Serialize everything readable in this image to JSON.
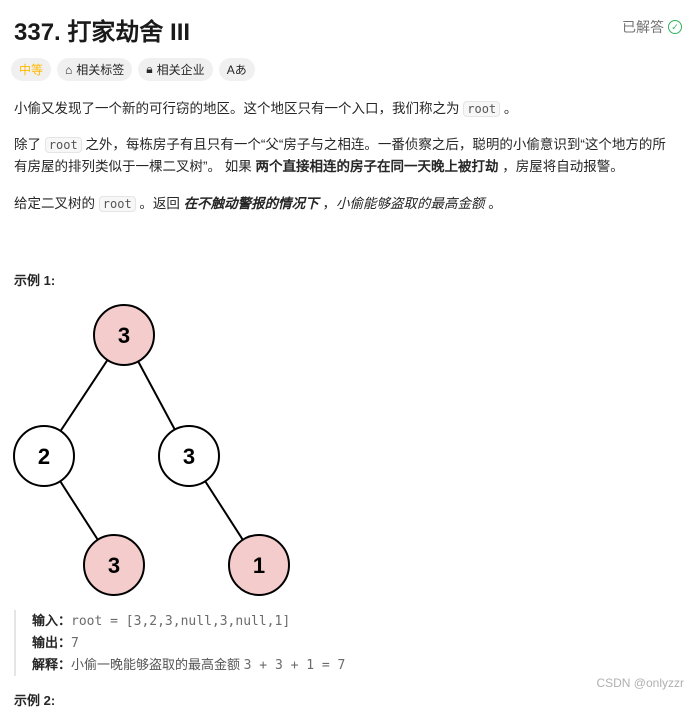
{
  "title": "337. 打家劫舍 III",
  "solved": "已解答",
  "tags": {
    "difficulty": "中等",
    "topics": "相关标签",
    "companies": "相关企业",
    "font": "Aあ"
  },
  "desc": {
    "p1a": "小偷又发现了一个新的可行窃的地区。这个地区只有一个入口，我们称之为 ",
    "p1code": "root",
    "p1b": " 。",
    "p2a": "除了 ",
    "p2code": "root",
    "p2b": " 之外，每栋房子有且只有一个“父“房子与之相连。一番侦察之后，聪明的小偷意识到“这个地方的所有房屋的排列类似于一棵二叉树”。 如果 ",
    "p2bold": "两个直接相连的房子在同一天晚上被打劫",
    "p2c": " ，房屋将自动报警。",
    "p3a": "给定二叉树的 ",
    "p3code": "root",
    "p3b": " 。返回 ",
    "p3bold": "在不触动警报的情况下",
    "p3c": " ，",
    "p3italic": "小偷能够盗取的最高金额",
    "p3d": " 。"
  },
  "example1": {
    "label": "示例 1:",
    "tree": {
      "nodes": [
        "3",
        "2",
        "3",
        "3",
        "1"
      ],
      "highlighted": [
        0,
        3,
        4
      ],
      "highlight_color": "#f4cccc"
    },
    "input_label": "输入：",
    "input": "root = [3,2,3,null,3,null,1]",
    "output_label": "输出：",
    "output": "7",
    "explain_label": "解释：",
    "explain": "小偷一晚能够盗取的最高金额 ",
    "explain_math": "3 + 3 + 1 = 7"
  },
  "example2_label": "示例 2:",
  "watermark": "CSDN @onlyzzr"
}
